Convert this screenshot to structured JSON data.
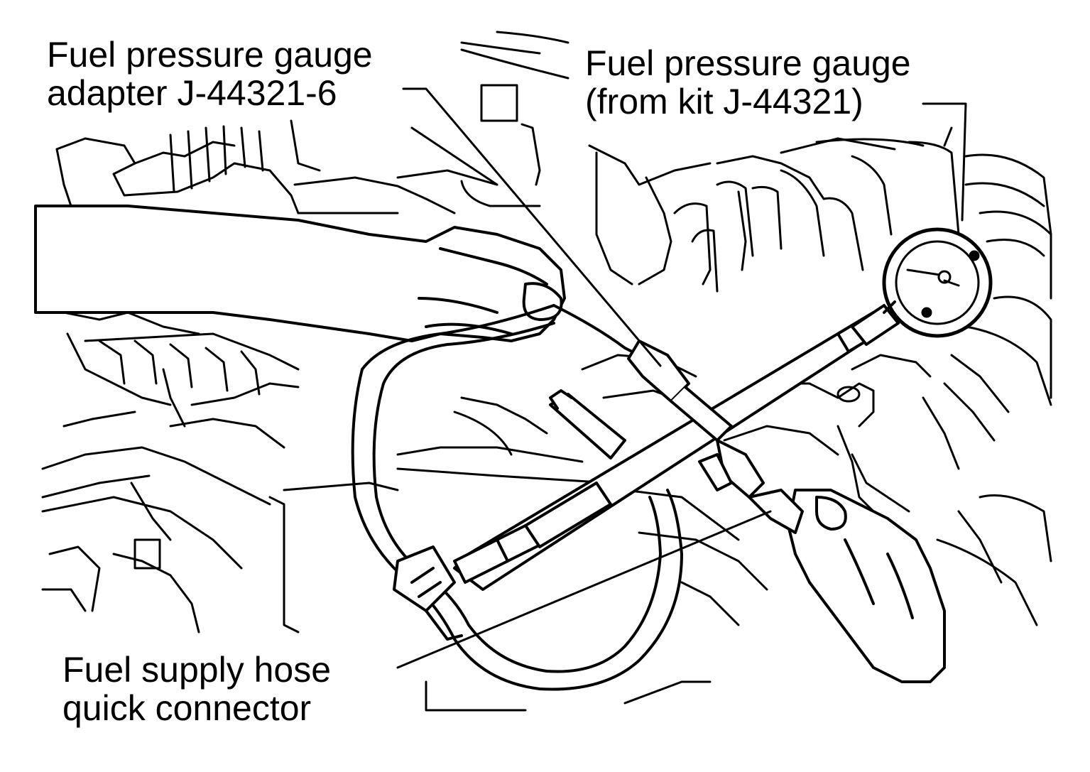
{
  "labels": {
    "adapter": {
      "line1": "Fuel pressure gauge",
      "line2": "adapter J-44321-6"
    },
    "gauge": {
      "line1": "Fuel pressure gauge",
      "line2": "(from kit J-44321)"
    },
    "supply_hose": {
      "line1": "Fuel supply hose",
      "line2": "quick connector"
    }
  },
  "colors": {
    "ink": "#000000",
    "paper": "#ffffff"
  }
}
